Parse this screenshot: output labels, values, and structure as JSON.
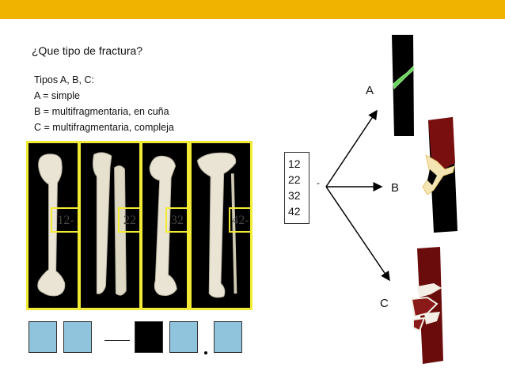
{
  "header": {
    "bar_color": "#f0b400"
  },
  "question": "¿Que tipo de fractura?",
  "types": {
    "title": "Tipos A, B, C:",
    "items": [
      "A = simple",
      "B = multifragmentaria, en cuña",
      "C = multifragmentaria, compleja"
    ]
  },
  "bone_labels": [
    "12-",
    "22",
    "32",
    "42-"
  ],
  "codes": [
    "12",
    "22",
    "32",
    "42"
  ],
  "code_dash": "-",
  "fracture_types": [
    "A",
    "B",
    "C"
  ],
  "code_boxes": {
    "colors": {
      "light": "#8fc4dc",
      "dark": "#000000"
    },
    "separator_dot": "."
  },
  "colors": {
    "highlight": "#f2ea34",
    "bone_bg": "#000000",
    "fracture_red": "#7a0f0f"
  }
}
